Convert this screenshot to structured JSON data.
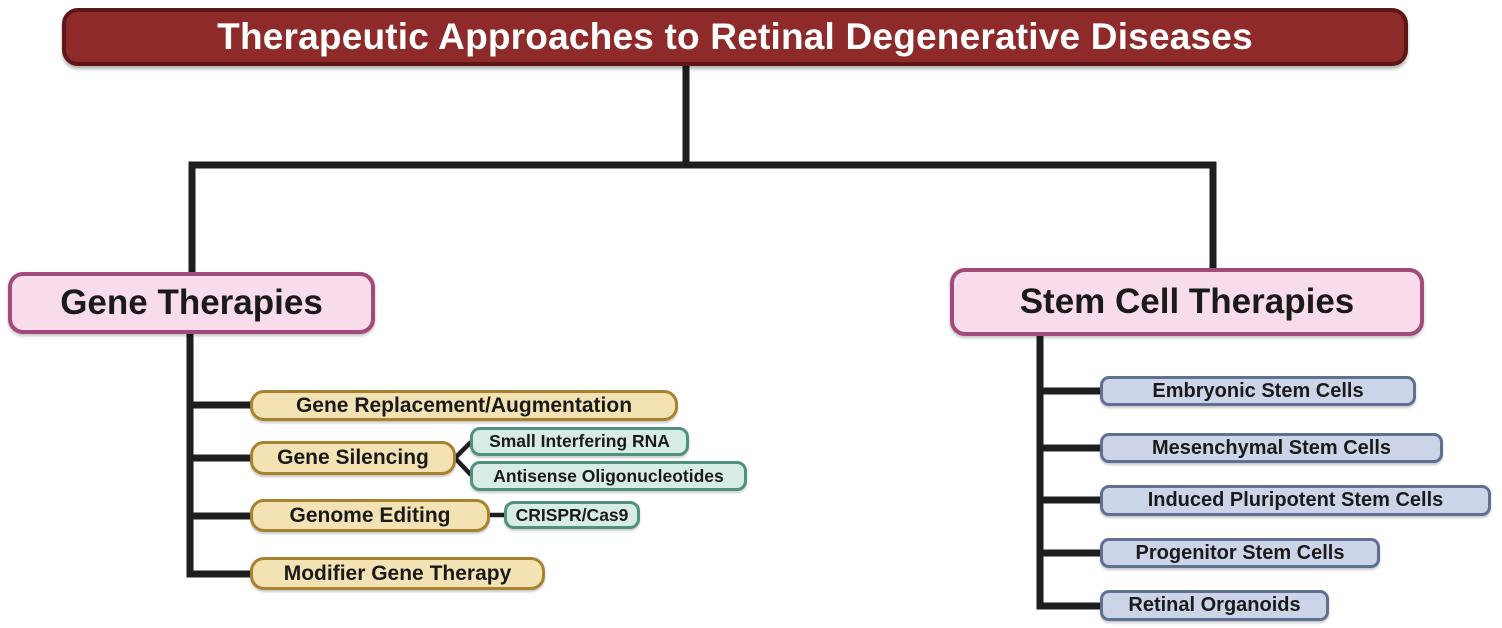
{
  "diagram": {
    "title": "Therapeutic Approaches to Retinal Degenerative Diseases",
    "branches": [
      {
        "label": "Gene Therapies",
        "children": [
          {
            "label": "Gene Replacement/Augmentation",
            "sub": []
          },
          {
            "label": "Gene Silencing",
            "sub": [
              {
                "label": "Small Interfering RNA"
              },
              {
                "label": "Antisense Oligonucleotides"
              }
            ]
          },
          {
            "label": "Genome Editing",
            "sub": [
              {
                "label": "CRISPR/Cas9"
              }
            ]
          },
          {
            "label": "Modifier Gene Therapy",
            "sub": []
          }
        ]
      },
      {
        "label": "Stem Cell Therapies",
        "children": [
          {
            "label": "Embryonic Stem Cells"
          },
          {
            "label": "Mesenchymal Stem Cells"
          },
          {
            "label": "Induced Pluripotent Stem Cells"
          },
          {
            "label": "Progenitor Stem Cells"
          },
          {
            "label": "Retinal Organoids"
          }
        ]
      }
    ],
    "colors": {
      "title_fill": "#8e2a2a",
      "title_border": "#5e1616",
      "title_text": "#ffffff",
      "category_fill": "#f8dcec",
      "category_border": "#a34a7a",
      "gene_item_fill": "#f3e3b4",
      "gene_item_border": "#a9822f",
      "technique_fill": "#d7ece5",
      "technique_border": "#4f9181",
      "stem_item_fill": "#ccd5e8",
      "stem_item_border": "#5f7094",
      "connector": "#1e1e1e",
      "background": "#ffffff",
      "box_text": "#1a1a1a"
    }
  }
}
